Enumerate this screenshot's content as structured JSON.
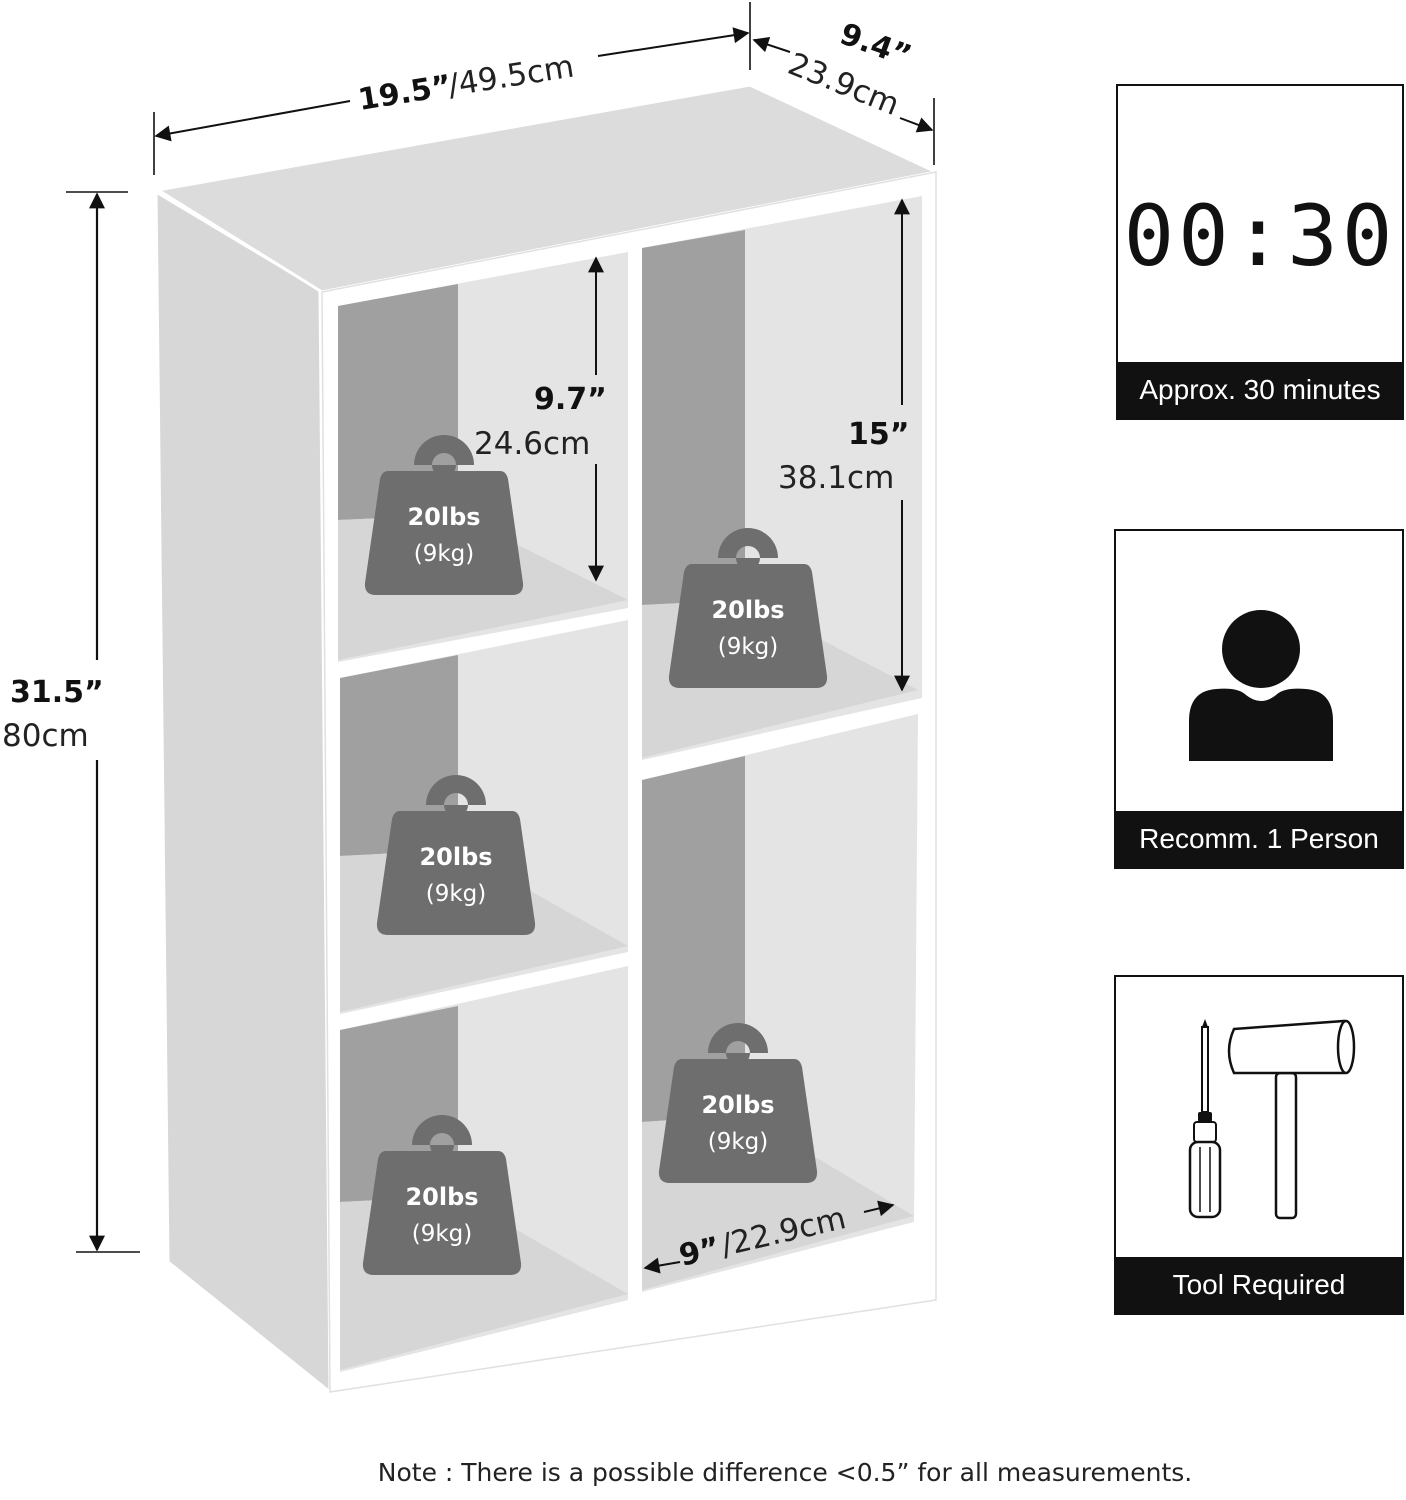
{
  "dimensions": {
    "width_in": "19.5”",
    "width_cm": "/49.5cm",
    "depth_in": "9.4”",
    "depth_cm": "23.9cm",
    "height_in": "31.5”",
    "height_cm": "80cm",
    "top_cube_in": "9.7”",
    "top_cube_cm": "24.6cm",
    "tall_cube_in": "15”",
    "tall_cube_cm": "38.1cm",
    "inner_width_in": "9”",
    "inner_width_cm": "/22.9cm"
  },
  "weights": [
    {
      "lbs": "20lbs",
      "kg": "(9kg)"
    },
    {
      "lbs": "20lbs",
      "kg": "(9kg)"
    },
    {
      "lbs": "20lbs",
      "kg": "(9kg)"
    },
    {
      "lbs": "20lbs",
      "kg": "(9kg)"
    },
    {
      "lbs": "20lbs",
      "kg": "(9kg)"
    }
  ],
  "cards": {
    "timer": {
      "display": "00:30",
      "caption": "Approx. 30 minutes",
      "icon": "digital-timer-icon"
    },
    "person": {
      "caption": "Recomm. 1 Person",
      "icon": "person-icon"
    },
    "tools": {
      "caption": "Tool Required",
      "icons": [
        "screwdriver-icon",
        "mallet-icon"
      ]
    }
  },
  "note": "Note : There is a possible difference <0.5” for all measurements.",
  "colors": {
    "shelf_front": "#e6e6e6",
    "shelf_back": "#d9d9d9",
    "shelf_shadow": "#a3a3a3",
    "weight_fill": "#6e6e6e",
    "caption_bg": "#111111"
  }
}
